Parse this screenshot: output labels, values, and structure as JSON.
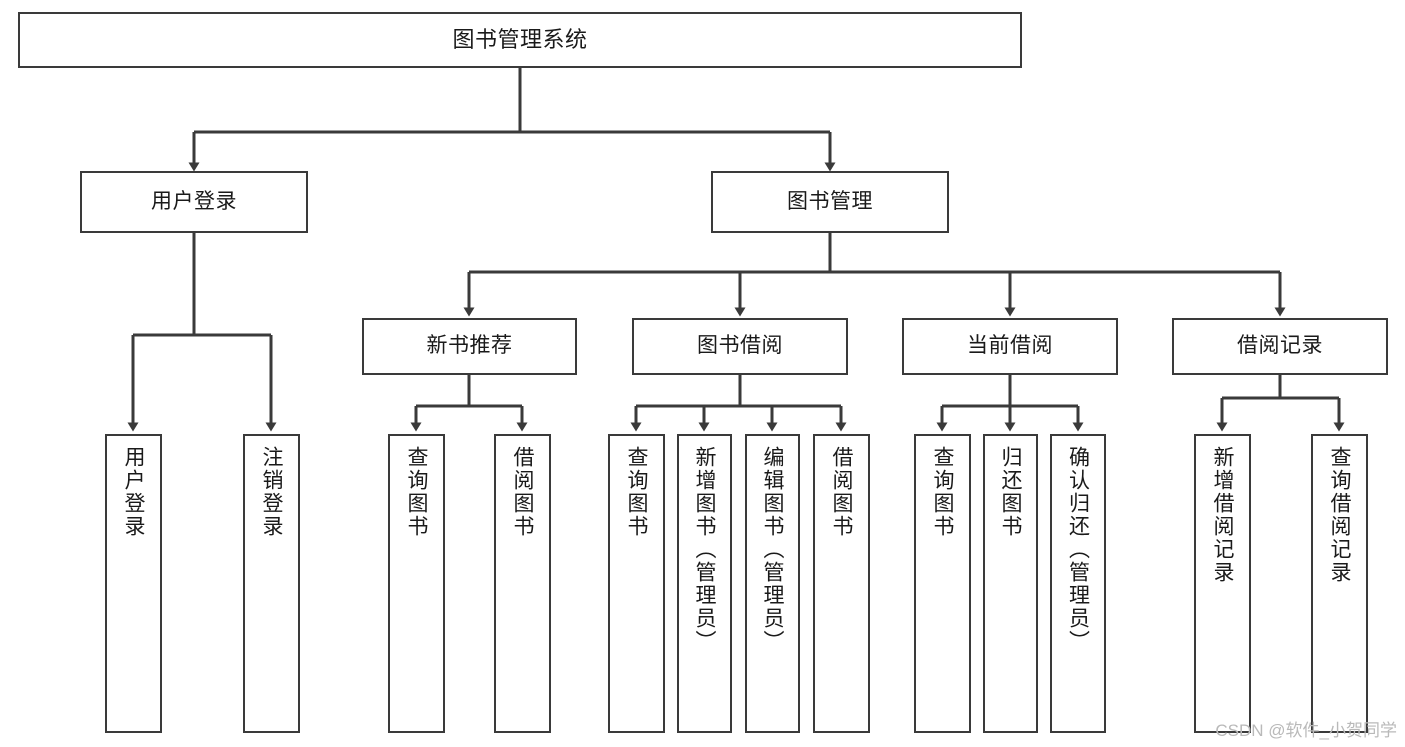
{
  "diagram": {
    "title": "图书管理系统",
    "type": "tree",
    "root": {
      "label": "图书管理系统"
    },
    "level2": [
      {
        "label": "用户登录"
      },
      {
        "label": "图书管理"
      }
    ],
    "level3": [
      {
        "label": "新书推荐"
      },
      {
        "label": "图书借阅"
      },
      {
        "label": "当前借阅"
      },
      {
        "label": "借阅记录"
      }
    ],
    "leaves": {
      "user_login": [
        {
          "label": "用户登录"
        },
        {
          "label": "注销登录"
        }
      ],
      "new_book_recommend": [
        {
          "label": "查询图书"
        },
        {
          "label": "借阅图书"
        }
      ],
      "book_borrow": [
        {
          "label": "查询图书"
        },
        {
          "label": "新增图书（管理员）"
        },
        {
          "label": "编辑图书（管理员）"
        },
        {
          "label": "借阅图书"
        }
      ],
      "current_borrow": [
        {
          "label": "查询图书"
        },
        {
          "label": "归还图书"
        },
        {
          "label": "确认归还（管理员）"
        }
      ],
      "borrow_record": [
        {
          "label": "新增借阅记录"
        },
        {
          "label": "查询借阅记录"
        }
      ]
    }
  },
  "watermark": {
    "text": "CSDN @软件_小贺同学"
  },
  "colors": {
    "stroke": "#3a3a3a",
    "fill": "#ffffff",
    "text": "#1a1a1a",
    "watermark": "#b9b9b9"
  }
}
